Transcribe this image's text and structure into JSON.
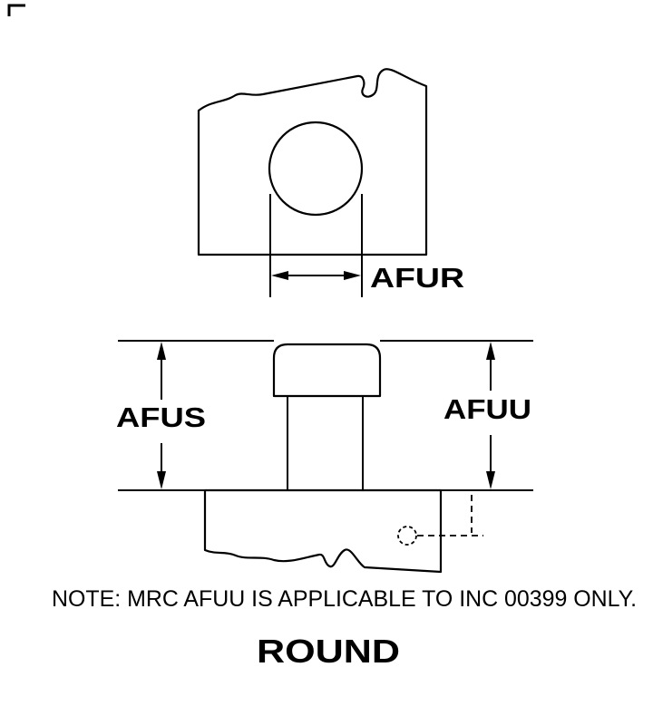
{
  "labels": {
    "afur": "AFUR",
    "afus": "AFUS",
    "afuu": "AFUU"
  },
  "note": "NOTE: MRC AFUU IS APPLICABLE TO INC 00399 ONLY.",
  "title": "ROUND",
  "colors": {
    "line": "#000000",
    "background": "#ffffff"
  }
}
